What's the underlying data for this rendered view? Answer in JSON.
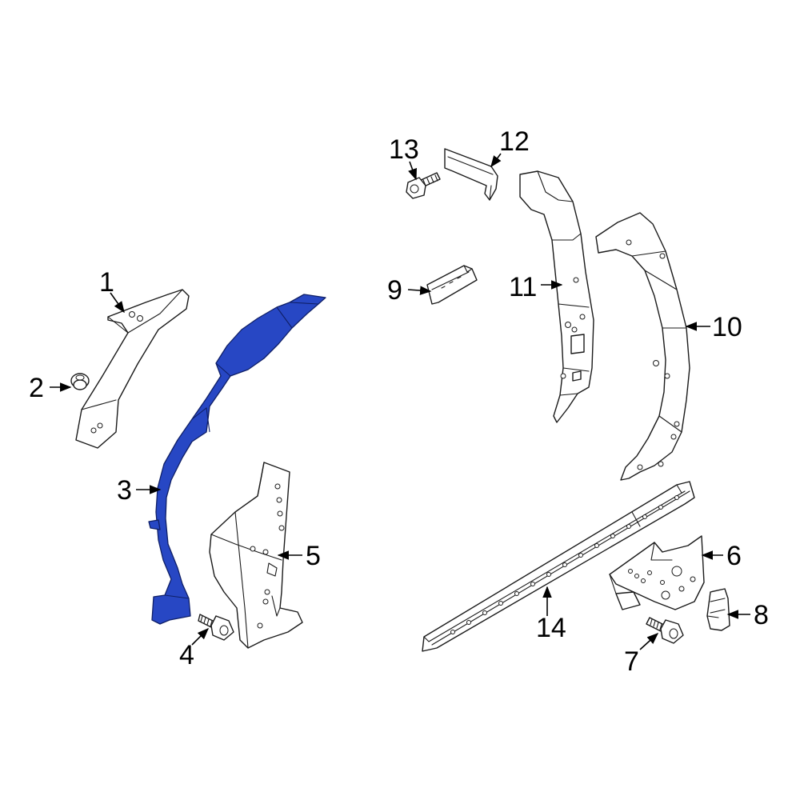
{
  "diagram": {
    "highlight_color": "#2747c4",
    "callouts": [
      "1",
      "2",
      "3",
      "4",
      "5",
      "6",
      "7",
      "8",
      "9",
      "10",
      "11",
      "12",
      "13",
      "14"
    ]
  }
}
